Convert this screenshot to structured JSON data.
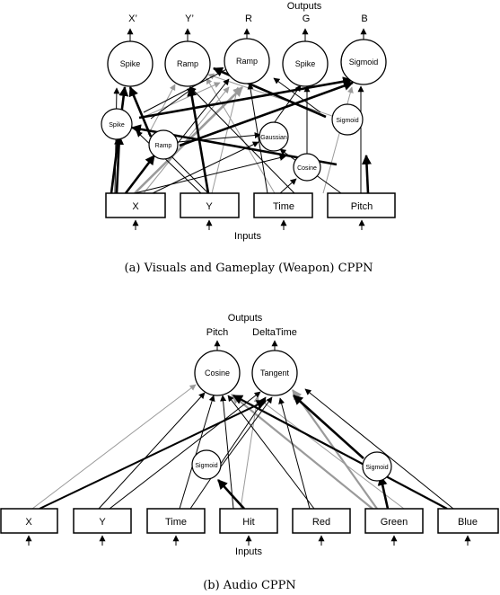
{
  "diagram_a": {
    "outputs_title": "Outputs",
    "inputs_title": "Inputs",
    "output_labels": [
      "X’",
      "Y’",
      "R",
      "G",
      "B"
    ],
    "output_nodes": [
      "Spike",
      "Ramp",
      "Ramp",
      "Spike",
      "Sigmoid"
    ],
    "hidden_nodes": [
      "Spike",
      "Ramp",
      "Gaussian",
      "Cosine",
      "Sigmoid"
    ],
    "input_nodes": [
      "X",
      "Y",
      "Time",
      "Pitch"
    ],
    "caption": "(a) Visuals and Gameplay (Weapon) CPPN"
  },
  "diagram_b": {
    "outputs_title": "Outputs",
    "inputs_title": "Inputs",
    "output_labels": [
      "Pitch",
      "DeltaTime"
    ],
    "output_nodes": [
      "Cosine",
      "Tangent"
    ],
    "hidden_nodes": [
      "Sigmoid",
      "Sigmoid"
    ],
    "input_nodes": [
      "X",
      "Y",
      "Time",
      "Hit",
      "Red",
      "Green",
      "Blue"
    ],
    "caption": "(b) Audio CPPN"
  },
  "colors": {
    "strong": "#000000",
    "weak": "#9a9a9a"
  }
}
